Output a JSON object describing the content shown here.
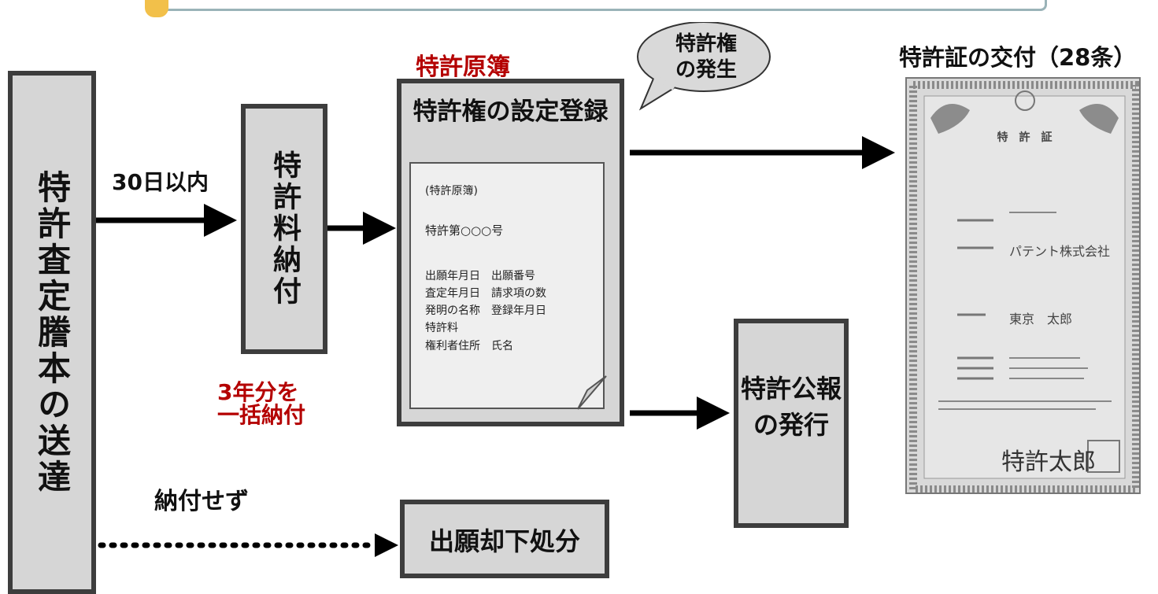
{
  "nodes": {
    "sending": "特許査定謄本の送達",
    "fee_payment": "特許料納付",
    "registry_label": "特許原簿",
    "registry_heading": "特許権の設定登録",
    "speech_bubble": [
      "特許権",
      "の発生"
    ],
    "publication": [
      "特許公報",
      "の発行"
    ],
    "rejection": "出願却下処分",
    "certificate_title": "特許証の交付（28条）"
  },
  "edge_labels": {
    "within_30_days": "30日以内",
    "three_years": [
      "3年分を",
      "一括納付"
    ],
    "not_paid": "納付せず"
  },
  "registry_sheet": {
    "header": "(特許原簿)",
    "number": "特許第○○○号",
    "rows": [
      "出願年月日　出願番号",
      "査定年月日　請求項の数",
      "発明の名称　登録年月日",
      "特許料",
      "権利者住所　氏名"
    ]
  },
  "certificate_content": {
    "heading": "特　許　証",
    "company": "パテント株式会社",
    "person": "東京　太郎",
    "signature": "特許太郎"
  },
  "colors": {
    "box_fill": "#d6d6d6",
    "box_border": "#3d3d3d",
    "red_label": "#b40000",
    "banner_border": "#9ab3b8",
    "banner_accent": "#f2c04a"
  }
}
